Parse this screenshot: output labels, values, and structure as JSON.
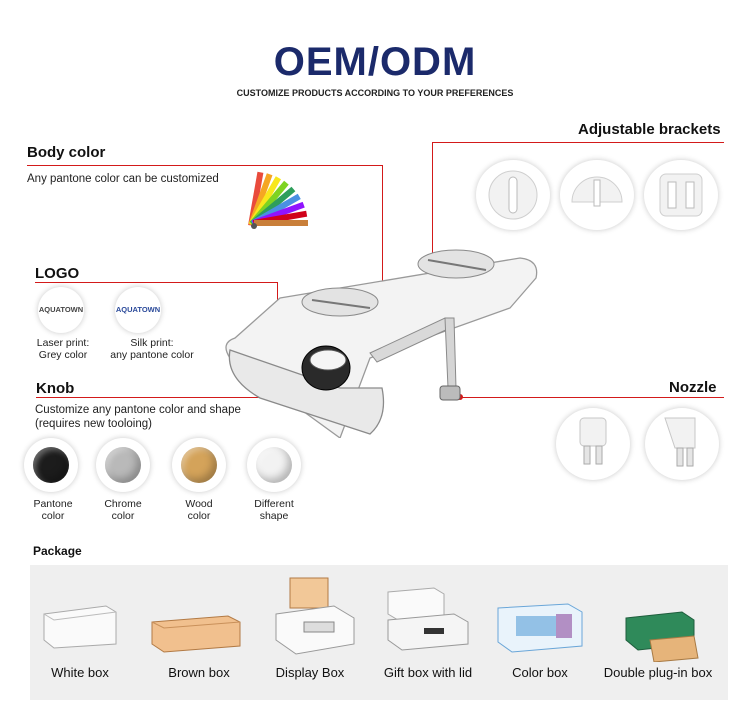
{
  "header": {
    "title": "OEM/ODM",
    "subtitle": "CUSTOMIZE PRODUCTS ACCORDING TO YOUR PREFERENCES"
  },
  "body_color": {
    "title": "Body color",
    "description": "Any pantone color can be customized"
  },
  "logo": {
    "title": "LOGO",
    "brand": "AQUATOWN",
    "laser": [
      "Laser print:",
      "Grey color"
    ],
    "silk": [
      "Silk print:",
      "any pantone color"
    ]
  },
  "knob": {
    "title": "Knob",
    "description": [
      "Customize any pantone color and shape",
      "(requires new tooloing)"
    ],
    "options": [
      {
        "label1": "Pantone",
        "label2": "color",
        "color": "#1c1c1c"
      },
      {
        "label1": "Chrome",
        "label2": "color",
        "color": "#b9b9b9"
      },
      {
        "label1": "Wood",
        "label2": "color",
        "color": "#d4a35a"
      },
      {
        "label1": "Different",
        "label2": "shape",
        "color": "#f2f2f2"
      }
    ]
  },
  "brackets": {
    "title": "Adjustable brackets"
  },
  "nozzle": {
    "title": "Nozzle"
  },
  "package": {
    "title": "Package",
    "items": [
      "White box",
      "Brown box",
      "Display Box",
      "Gift box with lid",
      "Color box",
      "Double plug-in box"
    ]
  },
  "colors": {
    "accent": "#d31a1a",
    "title": "#1b2a6b"
  }
}
